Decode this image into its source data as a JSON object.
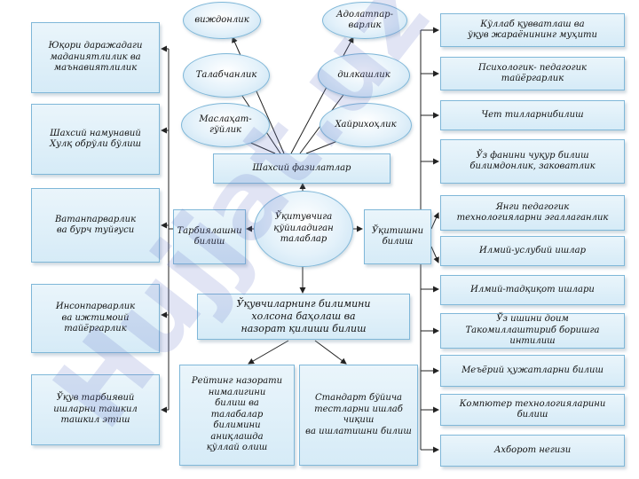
{
  "left_boxes": [
    "Юқори даражадаги\nмаданиятлилик ва\nмаънавиятлилик",
    "Шахсий намунавий\nХулқ обрўли бўлиш",
    "Ватанпарварлик\nва бурч туйғуси",
    "Инсонпарварлик\nва ижтимоий\nтайёргарлик",
    "Ўқув тарбиявий\nишларни ташкил\nташкил этиш"
  ],
  "ellipses": [
    "виждонлик",
    "Адолатпар-\nварлик",
    "Талабчанлик",
    "дилкашлик",
    "Маслаҳат-\nгўйлик",
    "Хайрихоҳлик"
  ],
  "center": {
    "personal": "Шахсий фазилатлар",
    "main": "Ўқитувчига\nқўйиладиган\nталаблар",
    "upbringing": "Тарбиялашни\nбилиш",
    "teaching": "Ўқитишни\nбилиш",
    "assessment": "Ўқувчиларнинг билимини\nхолсона баҳолаш ва\nназорат қилиши билиш",
    "rating": "Рейтинг назорати\nнималигини\nбилиш ва\nталабалар\nбилимини\nаниқлашда\nқўллай олиш",
    "standard": "Стандарт бўйича\nтестларни ишлаб\nчиқиш\nва ишлатишни билиш"
  },
  "right_boxes": [
    "Кўллаб қувватлаш ва\nўқув жараёнининг муҳити",
    "Психологик- педагогик\nтайёргарлик",
    "Чет тилларнибилиш",
    "Ўз фанини чуқур билиш\nбилимдонлик, заковатлик",
    "Янги педагогик\nтехнологияларни эгаллаганлик",
    "Илмий-услубий ишлар",
    "Илмий-тадқиқот ишлари",
    "Ўз ишини доим\nТакомиллаштириб боришга интилиш",
    "Меъёрий ҳужатларни билиш",
    "Компютер технологияларини\nбилиш",
    "Ахборот негизи"
  ],
  "watermark": "Hujjat.uz",
  "colors": {
    "box_border": "#7fb7d8",
    "box_fill": "#d6ebf7",
    "line": "#222222",
    "watermark": "#6a78c8"
  }
}
